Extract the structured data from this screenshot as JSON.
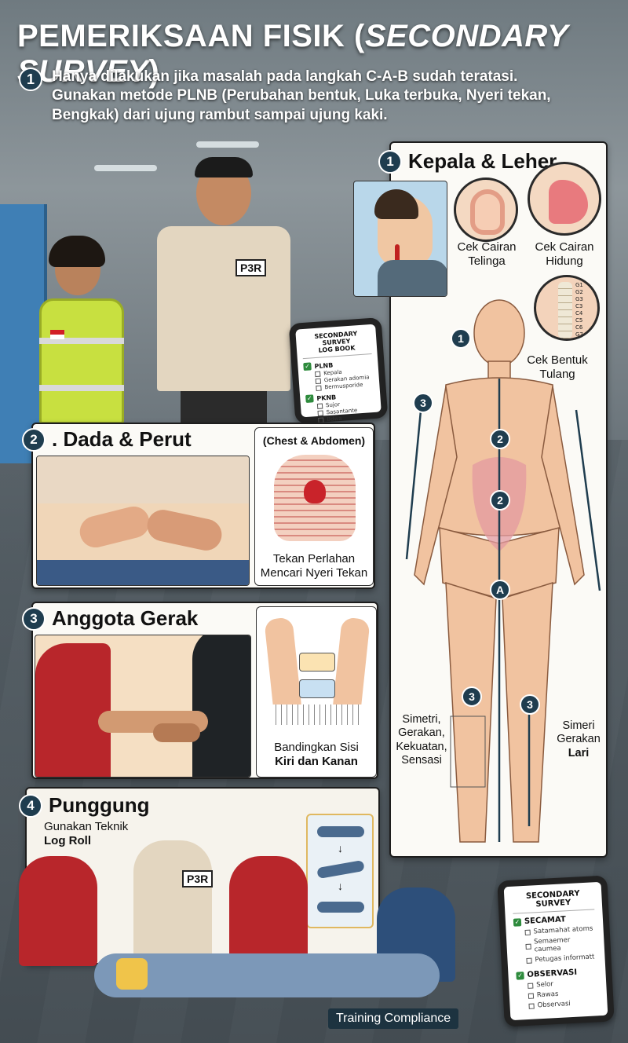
{
  "title": {
    "main": "PEMERIKSAAN FISIK (",
    "italic": "SECONDARY SURVEY",
    "close": ")"
  },
  "intro": {
    "number": "1",
    "text": "Hanya dilakukan jika masalah pada langkah C-A-B sudah teratasi. Gunakan metode PLNB (Perubahan bentuk, Luka terbuka, Nyeri tekan, Bengkak) dari ujung rambut sampai ujung kaki."
  },
  "scene": {
    "shirt_tag": "P3R"
  },
  "top_phone": {
    "title_line1": "SECONDARY SURVEY",
    "title_line2": "LOG BOOK",
    "sections": [
      {
        "label": "PLNB",
        "items": [
          "Kepala",
          "Gerakan adomia",
          "Bermusporide"
        ]
      },
      {
        "label": "PKNB",
        "items": [
          "Sujor",
          "Sasantante",
          "Bdwa"
        ]
      }
    ]
  },
  "head_panel": {
    "number": "1",
    "heading": "Kepala & Leher",
    "ear_caption": "Cek Cairan Telinga",
    "nose_caption": "Cek Cairan Hidung",
    "spine_caption": "Cek Bentuk Tulang",
    "spine_labels": [
      "G1",
      "G2",
      "G3",
      "C3",
      "C4",
      "C5",
      "C6",
      "G7"
    ],
    "body_markers": [
      "1",
      "2",
      "2",
      "3",
      "A",
      "3",
      "3"
    ],
    "leg_left_caption": "Simetri, Gerakan, Kekuatan, Sensasi",
    "leg_right_caption_1": "Simeri Gerakan",
    "leg_right_caption_2": "Lari"
  },
  "chest_panel": {
    "number": "2",
    "heading": ". Dada & Perut",
    "inset_title": "(Chest & Abdomen)",
    "caption": "Tekan Perlahan Mencari Nyeri Tekan"
  },
  "limb_panel": {
    "number": "3",
    "heading": "Anggota Gerak",
    "caption_1": "Bandingkan Sisi",
    "caption_2": "Kiri dan Kanan"
  },
  "back_panel": {
    "number": "4",
    "heading": "Punggung",
    "sub_1": "Gunakan Teknik",
    "sub_2": "Log Roll",
    "shirt_tag": "P3R"
  },
  "bottom_phone": {
    "title": "SECONDARY SURVEY",
    "sections": [
      {
        "label": "SECAMAT",
        "items": [
          "Satamahat atoms",
          "Semaemer caumea",
          "Petugas informatt"
        ]
      },
      {
        "label": "OBSERVASI",
        "items": [
          "Selor",
          "Rawas",
          "Observasi"
        ]
      }
    ]
  },
  "footer_badge": "Training Compliance",
  "colors": {
    "accent": "#1f3d4f",
    "vest": "#c8e040",
    "shirt_red": "#b8262b",
    "skin": "#f0c7a3"
  }
}
